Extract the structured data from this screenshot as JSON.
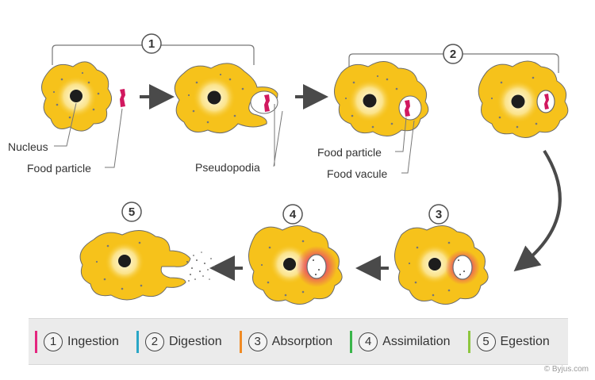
{
  "steps": [
    {
      "num": "1",
      "label": "Ingestion",
      "color": "#e4267f"
    },
    {
      "num": "2",
      "label": "Digestion",
      "color": "#2aa6c6"
    },
    {
      "num": "3",
      "label": "Absorption",
      "color": "#f08a24"
    },
    {
      "num": "4",
      "label": "Assimilation",
      "color": "#39b54a"
    },
    {
      "num": "5",
      "label": "Egestion",
      "color": "#8dc63f"
    }
  ],
  "labels": {
    "nucleus": "Nucleus",
    "food_particle_1": "Food particle",
    "pseudopodia": "Pseudopodia",
    "food_particle_2": "Food particle",
    "food_vacuole": "Food vacule"
  },
  "colors": {
    "cell": "#f6c21b",
    "cell_outline": "#6b6b6b",
    "nucleus": "#1d1d1d",
    "food": "#d1185f",
    "arrow": "#4a4a4a"
  },
  "credit": "© Byjus.com"
}
